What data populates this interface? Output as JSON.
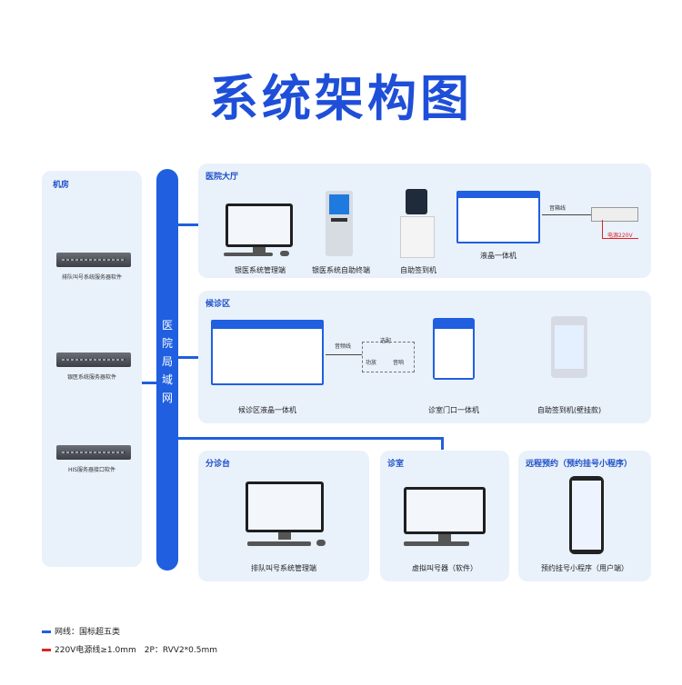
{
  "title": "系统架构图",
  "machine_room": {
    "title": "机房",
    "servers": [
      {
        "label": "排队叫号系统服务器软件"
      },
      {
        "label": "银医系统服务器软件"
      },
      {
        "label": "HIS服务器接口软件"
      }
    ]
  },
  "bus_label": "医\n院\n局\n域\n网",
  "hall": {
    "title": "医院大厅",
    "devices": [
      {
        "label": "银医系统管理端"
      },
      {
        "label": "银医系统自助终端"
      },
      {
        "label": "自助签到机"
      },
      {
        "label": "液晶一体机"
      }
    ],
    "annotations": {
      "speaker": "音箱线",
      "power": "电源220V"
    }
  },
  "waiting": {
    "title": "候诊区",
    "devices": [
      {
        "label": "候诊区液晶一体机"
      },
      {
        "label": "诊室门口一体机"
      },
      {
        "label": "自助签到机(壁挂款)"
      }
    ],
    "annotations": {
      "speaker": "音频线",
      "option": "选配",
      "power": "功放",
      "speaker_unit": "音响"
    }
  },
  "triage": {
    "title": "分诊台",
    "device": {
      "label": "排队叫号系统管理端"
    }
  },
  "clinic": {
    "title": "诊室",
    "device": {
      "label": "虚拟叫号器（软件）"
    }
  },
  "remote": {
    "title": "远程预约（预约挂号小程序）",
    "device": {
      "label": "预约挂号小程序（用户端）"
    }
  },
  "legend": [
    {
      "text": "网线：国标超五类",
      "color": "#1f5fe0"
    },
    {
      "text": "220V电源线≥1.0mm　2P：RVV2*0.5mm",
      "color": "#e02424"
    }
  ],
  "colors": {
    "accent": "#1f5fe0",
    "title": "#1f4fd8",
    "panel": "#e9f1fb",
    "power": "#e02424"
  }
}
